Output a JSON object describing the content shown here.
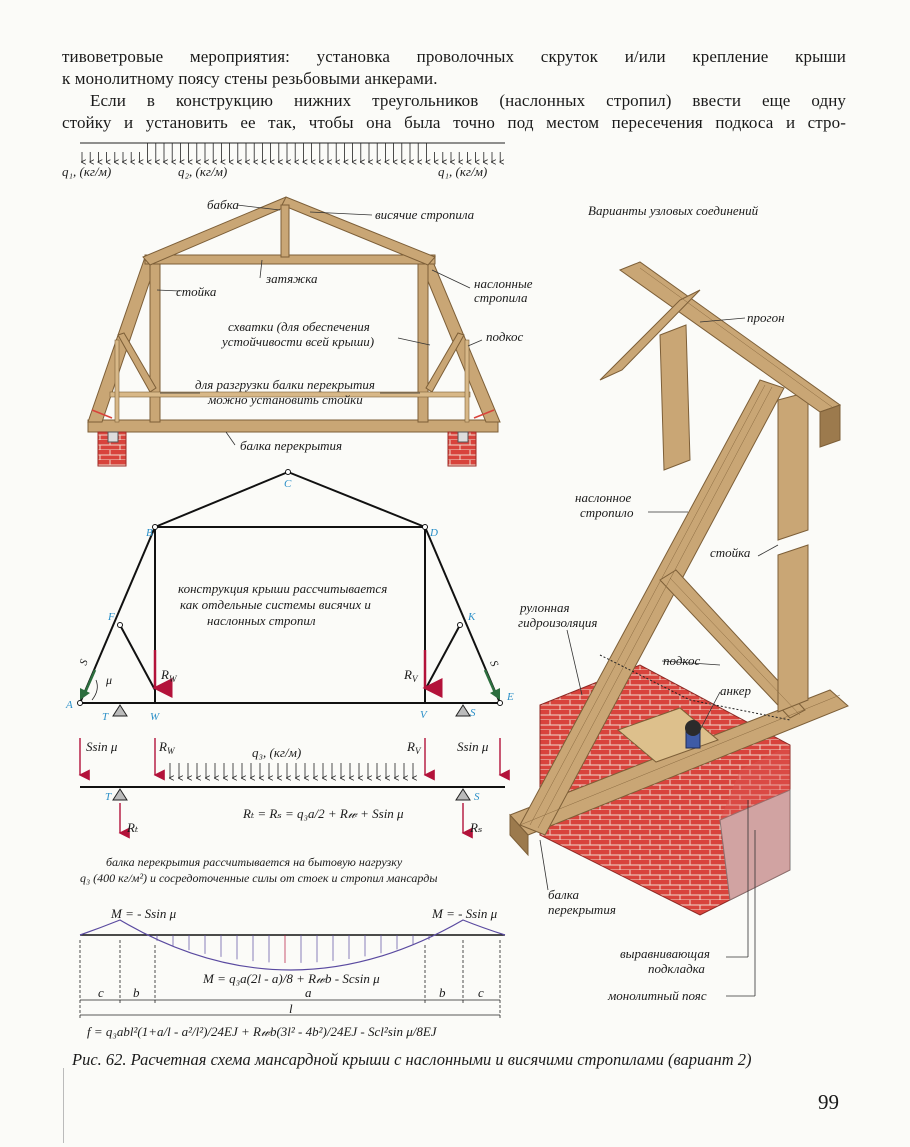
{
  "text": {
    "line1": "тивоветровые мероприятия: установка проволочных скруток и/или крепление крыши",
    "line2": "к монолитному поясу стены резьбовыми анкерами.",
    "line3": "Если в конструкцию нижних треугольников (наслонных стропил) ввести еще одну",
    "line4": "стойку и установить ее так, чтобы она была точно под местом пересечения подкоса и стро-"
  },
  "truss": {
    "q1_left": "q₁, (кг/м)",
    "q2": "q₂, (кг/м)",
    "q1_right": "q₁, (кг/м)",
    "babka": "бабка",
    "visyachie": "висячие стропила",
    "zatyazhka": "затяжка",
    "stoyka": "стойка",
    "naslonnye_1": "наслонные",
    "naslonnye_2": "стропила",
    "skhvatki_1": "схватки (для обеспечения",
    "skhvatki_2": "устойчивости всей крыши)",
    "podkos": "подкос",
    "razgruzka_1": "для разгрузки балки перекрытия",
    "razgruzka_2": "можно установить стойки",
    "balka": "балка перекрытия"
  },
  "scheme": {
    "A": "A",
    "B": "B",
    "C": "C",
    "D": "D",
    "E": "E",
    "F": "F",
    "K": "K",
    "T": "T",
    "W": "W",
    "V": "V",
    "S": "S",
    "mu": "μ",
    "Rw": "R",
    "Rw_sub": "W",
    "Rv": "R",
    "Rv_sub": "V",
    "S_label": "S",
    "note_1": "конструкция крыши рассчитывается",
    "note_2": "как отдельные системы висячих и",
    "note_3": "наслонных стропил"
  },
  "beam": {
    "ssin_left": "Ssin μ",
    "rw": "R",
    "rw_sub": "W",
    "q3": "q₃, (кг/м)",
    "rv": "R",
    "rv_sub": "V",
    "ssin_right": "Ssin μ",
    "T": "T",
    "S": "S",
    "formula": "Rₜ = Rₛ = q₃a/2 + R𝓌 + Ssin μ",
    "rt": "Rₜ",
    "rs": "Rₛ",
    "note_1": "балка перекрытия рассчитывается на бытовую нагрузку",
    "note_2": "q₃ (400 кг/м²) и сосредоточенные силы от стоек и стропил мансарды"
  },
  "moment": {
    "m_left": "M = - Ssin μ",
    "m_right": "M = - Ssin μ",
    "m_mid": "M = q₃a(2l - a)/8 + R𝓌b - Scsin μ",
    "c": "c",
    "b": "b",
    "a": "a",
    "l": "l",
    "deflection": "f = q₃abl²(1+a/l - a²/l²)/24EJ + R𝓌b(3l² - 4b²)/24EJ - Scl²sin μ/8EJ"
  },
  "detail": {
    "title": "Варианты узловых соединений",
    "progon": "прогон",
    "naslonnoe_1": "наслонное",
    "naslonnoe_2": "стропило",
    "stoyka": "стойка",
    "gidro_1": "рулонная",
    "gidro_2": "гидроизоляция",
    "podkos": "подкос",
    "anker": "анкер",
    "balka_1": "балка",
    "balka_2": "перекрытия",
    "podkladka_1": "выравнивающая",
    "podkladka_2": "подкладка",
    "poyas": "монолитный пояс"
  },
  "caption": "Рис. 62. Расчетная схема мансардной крыши с наслонными и висячими стропилами (вариант 2)",
  "page_number": "99",
  "colors": {
    "wood": "#c9a675",
    "wood_dark": "#9c7a4d",
    "brick": "#d8433c",
    "label_blue": "#2a8fc8",
    "force_red": "#b3123a",
    "green_arrow": "#2c6e3e",
    "moment_purple": "#5a4aa0"
  }
}
